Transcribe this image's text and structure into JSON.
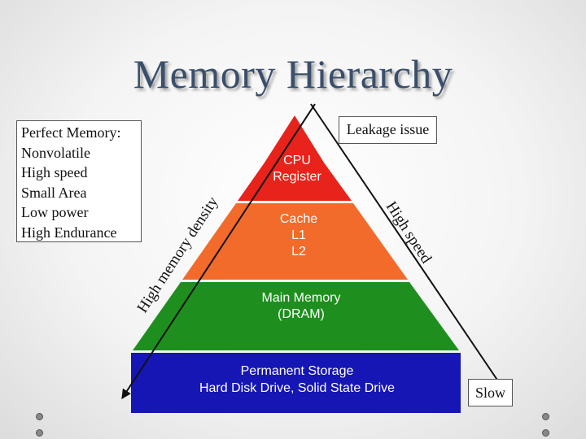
{
  "title": "Memory Hierarchy",
  "perfect_memory": {
    "lines": [
      "Perfect Memory:",
      "Nonvolatile",
      "High speed",
      "Small Area",
      "Low power",
      "High Endurance"
    ]
  },
  "callouts": {
    "leakage": "Leakage issue",
    "slow": "Slow"
  },
  "arrows": {
    "left": "High memory density",
    "right": "High speed"
  },
  "tiers": {
    "cpu": {
      "line1": "CPU",
      "line2": "Register",
      "color": "#e8231b"
    },
    "cache": {
      "line1": "Cache",
      "line2": "L1",
      "line3": "L2",
      "color": "#f26b2a"
    },
    "main": {
      "line1": "Main Memory",
      "line2": "(DRAM)",
      "color": "#1e8f1e"
    },
    "storage": {
      "line1": "Permanent Storage",
      "line2": "Hard Disk Drive, Solid State Drive",
      "color": "#1616b4"
    }
  }
}
